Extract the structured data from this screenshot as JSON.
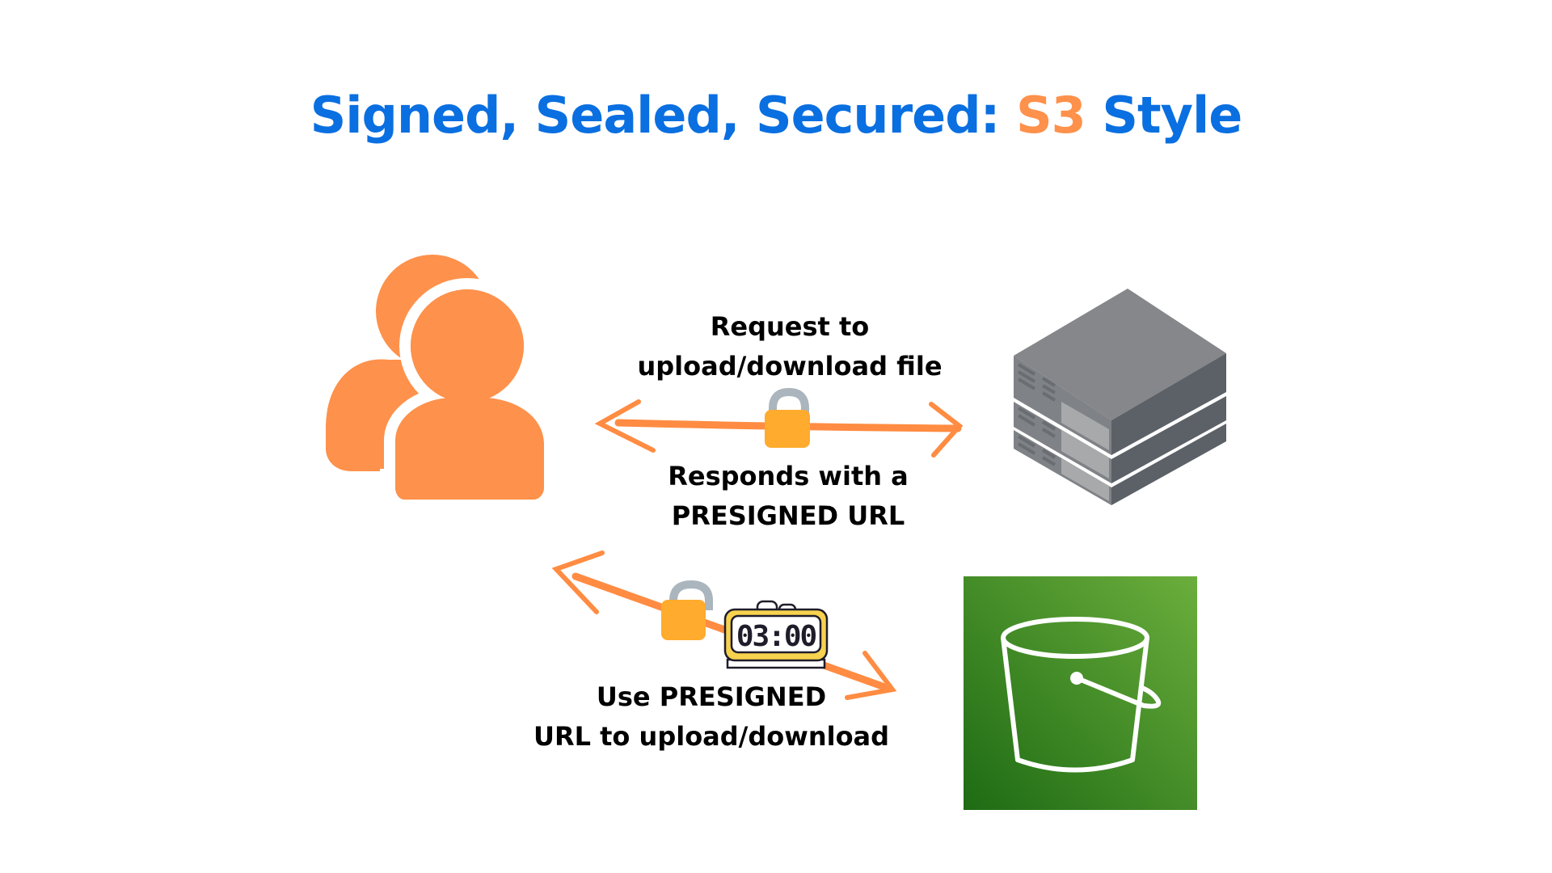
{
  "title": {
    "part1": "Signed, Sealed, Secured: ",
    "accent": "S3",
    "part2": " Style"
  },
  "labels": {
    "request": [
      "Request to",
      "upload/download file"
    ],
    "respond": [
      "Responds with a",
      "PRESIGNED URL"
    ],
    "use_url": [
      "Use PRESIGNED",
      "URL to upload/download"
    ]
  },
  "nodes": {
    "users": {
      "icon": "users-icon"
    },
    "server": {
      "icon": "server-stack-icon"
    },
    "bucket": {
      "icon": "s3-bucket-icon"
    }
  },
  "clock": {
    "display": "03:00",
    "icon": "alarm-clock-icon"
  },
  "locks": [
    "lock-icon",
    "lock-icon"
  ],
  "colors": {
    "title_blue": "#0a6fe0",
    "accent_orange": "#fe914b",
    "arrow_orange": "#ff8c42",
    "lock_body": "#ffab2e",
    "lock_shackle": "#aab5bd",
    "server_top": "#86878a",
    "server_side": "#5b6167",
    "bucket_green_dark": "#1e6b14",
    "bucket_green_light": "#6bae3c",
    "clock_yellow": "#f6d24e"
  }
}
